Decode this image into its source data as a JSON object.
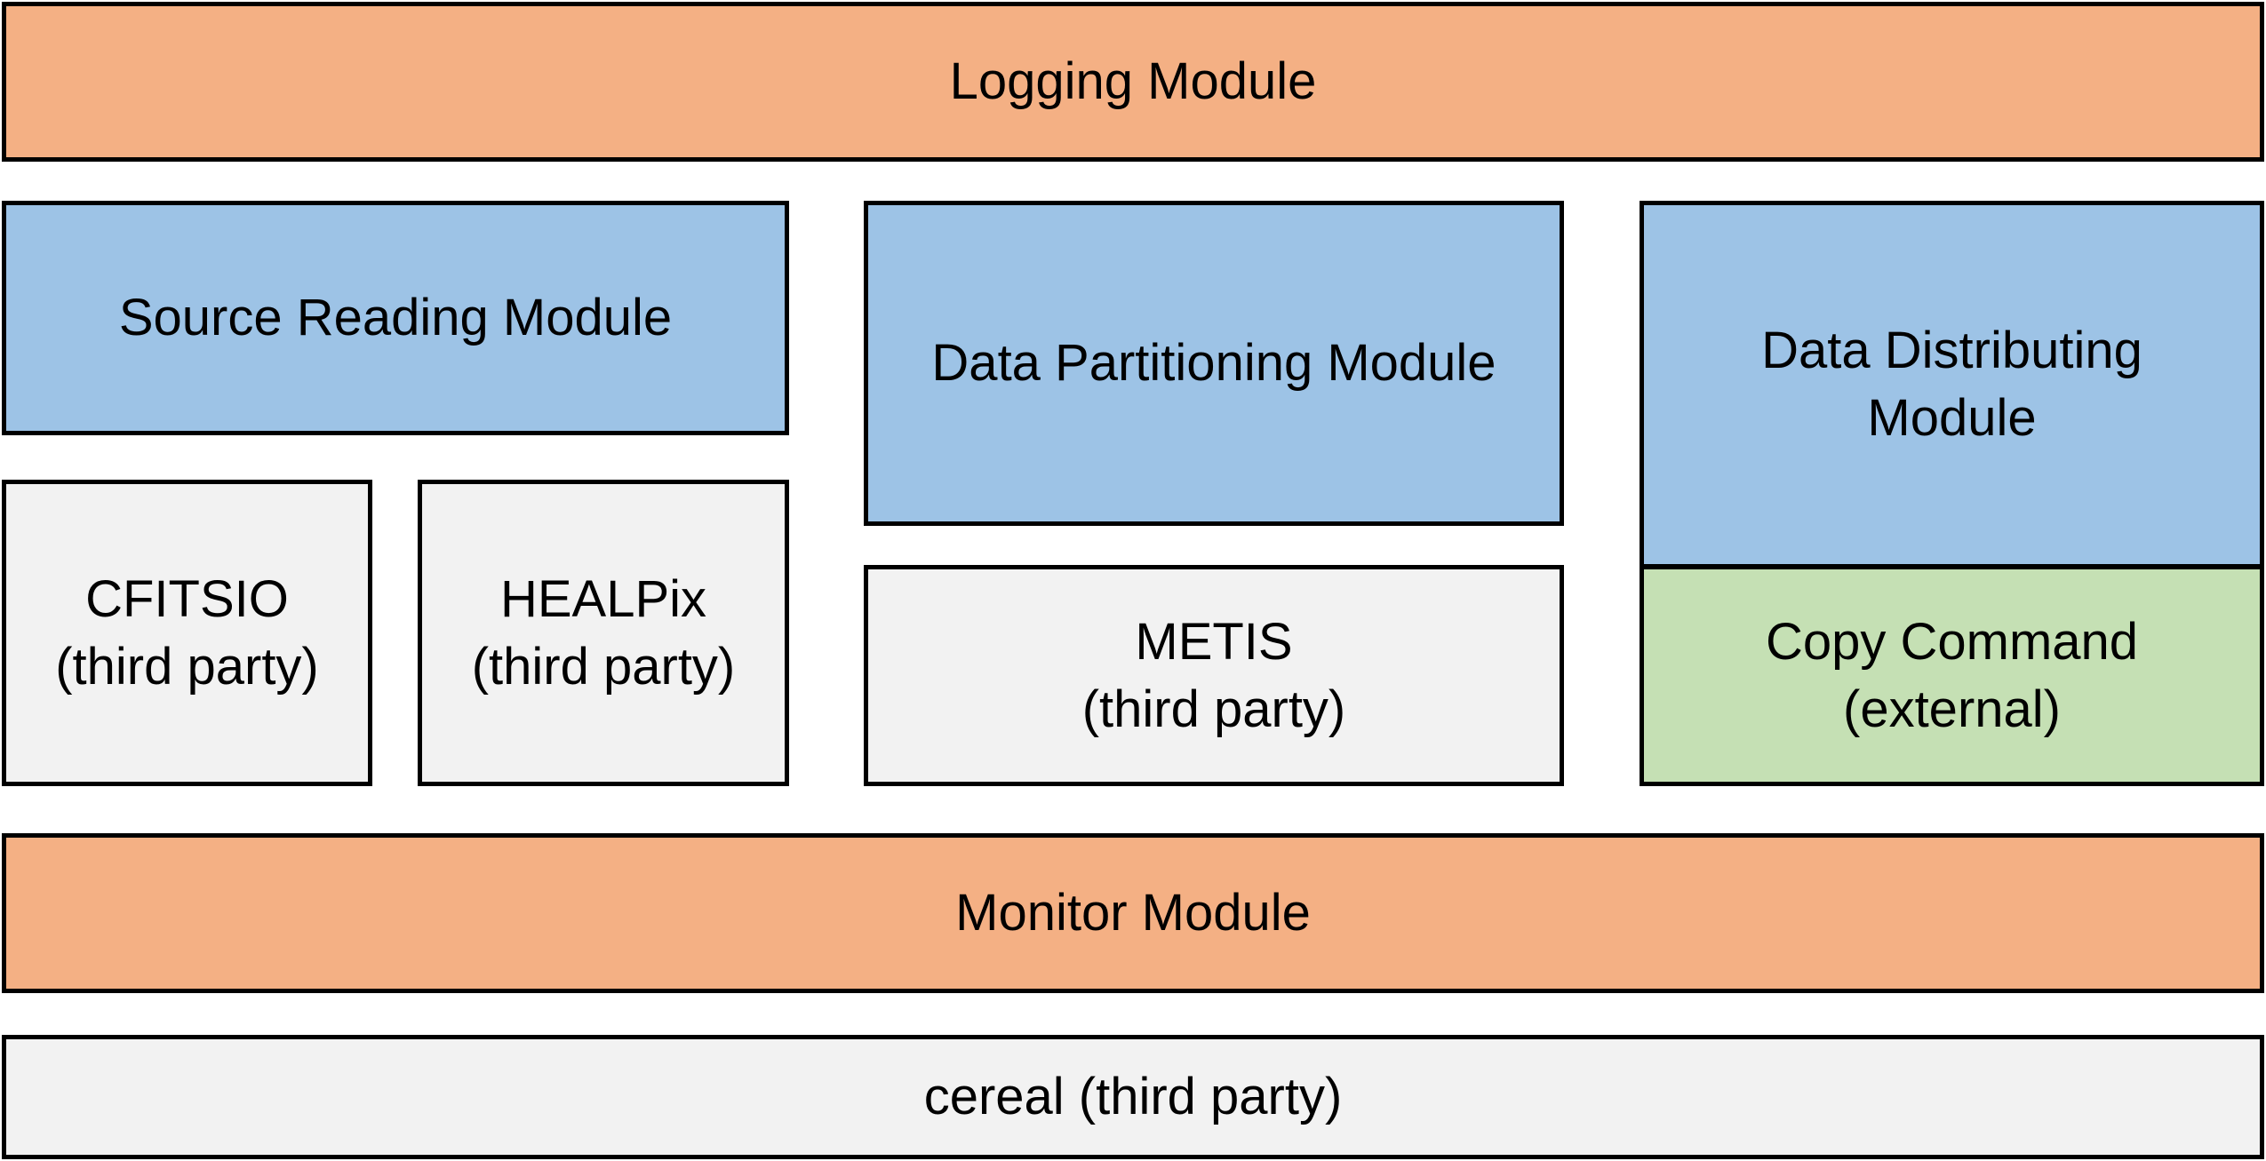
{
  "colors": {
    "orange": "#F4B084",
    "blue": "#9DC3E6",
    "gray": "#F2F2F2",
    "green": "#C5E0B4",
    "border": "#000000"
  },
  "modules": {
    "logging": {
      "label": "Logging Module"
    },
    "source_reading": {
      "label": "Source Reading Module"
    },
    "data_partitioning": {
      "label": "Data Partitioning Module"
    },
    "data_distributing": {
      "label": "Data Distributing\nModule"
    },
    "cfitsio": {
      "label": "CFITSIO\n(third party)"
    },
    "healpix": {
      "label": "HEALPix\n(third party)"
    },
    "metis": {
      "label": "METIS\n(third party)"
    },
    "copy_command": {
      "label": "Copy Command\n(external)"
    },
    "monitor": {
      "label": "Monitor Module"
    },
    "cereal": {
      "label": "cereal (third party)"
    }
  }
}
